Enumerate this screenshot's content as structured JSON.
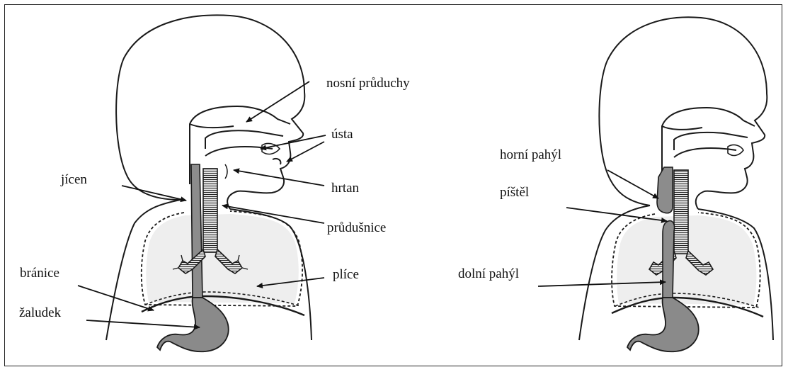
{
  "labels": {
    "left": {
      "nosni_pruduchy": "nosní průduchy",
      "usta": "ústa",
      "jicen": "jícen",
      "hrtan": "hrtan",
      "prudusnice": "průdušnice",
      "branice": "bránice",
      "plice": "plíce",
      "zaludek": "žaludek"
    },
    "right": {
      "horni_pahyl": "horní pahýl",
      "pistel": "píštěl",
      "dolni_pahyl": "dolní pahýl"
    }
  },
  "colors": {
    "outline": "#1a1a1a",
    "esophagus_fill": "#8c8c8c",
    "lung_fill": "#eeeeee",
    "stomach_fill": "#8a8a8a"
  }
}
